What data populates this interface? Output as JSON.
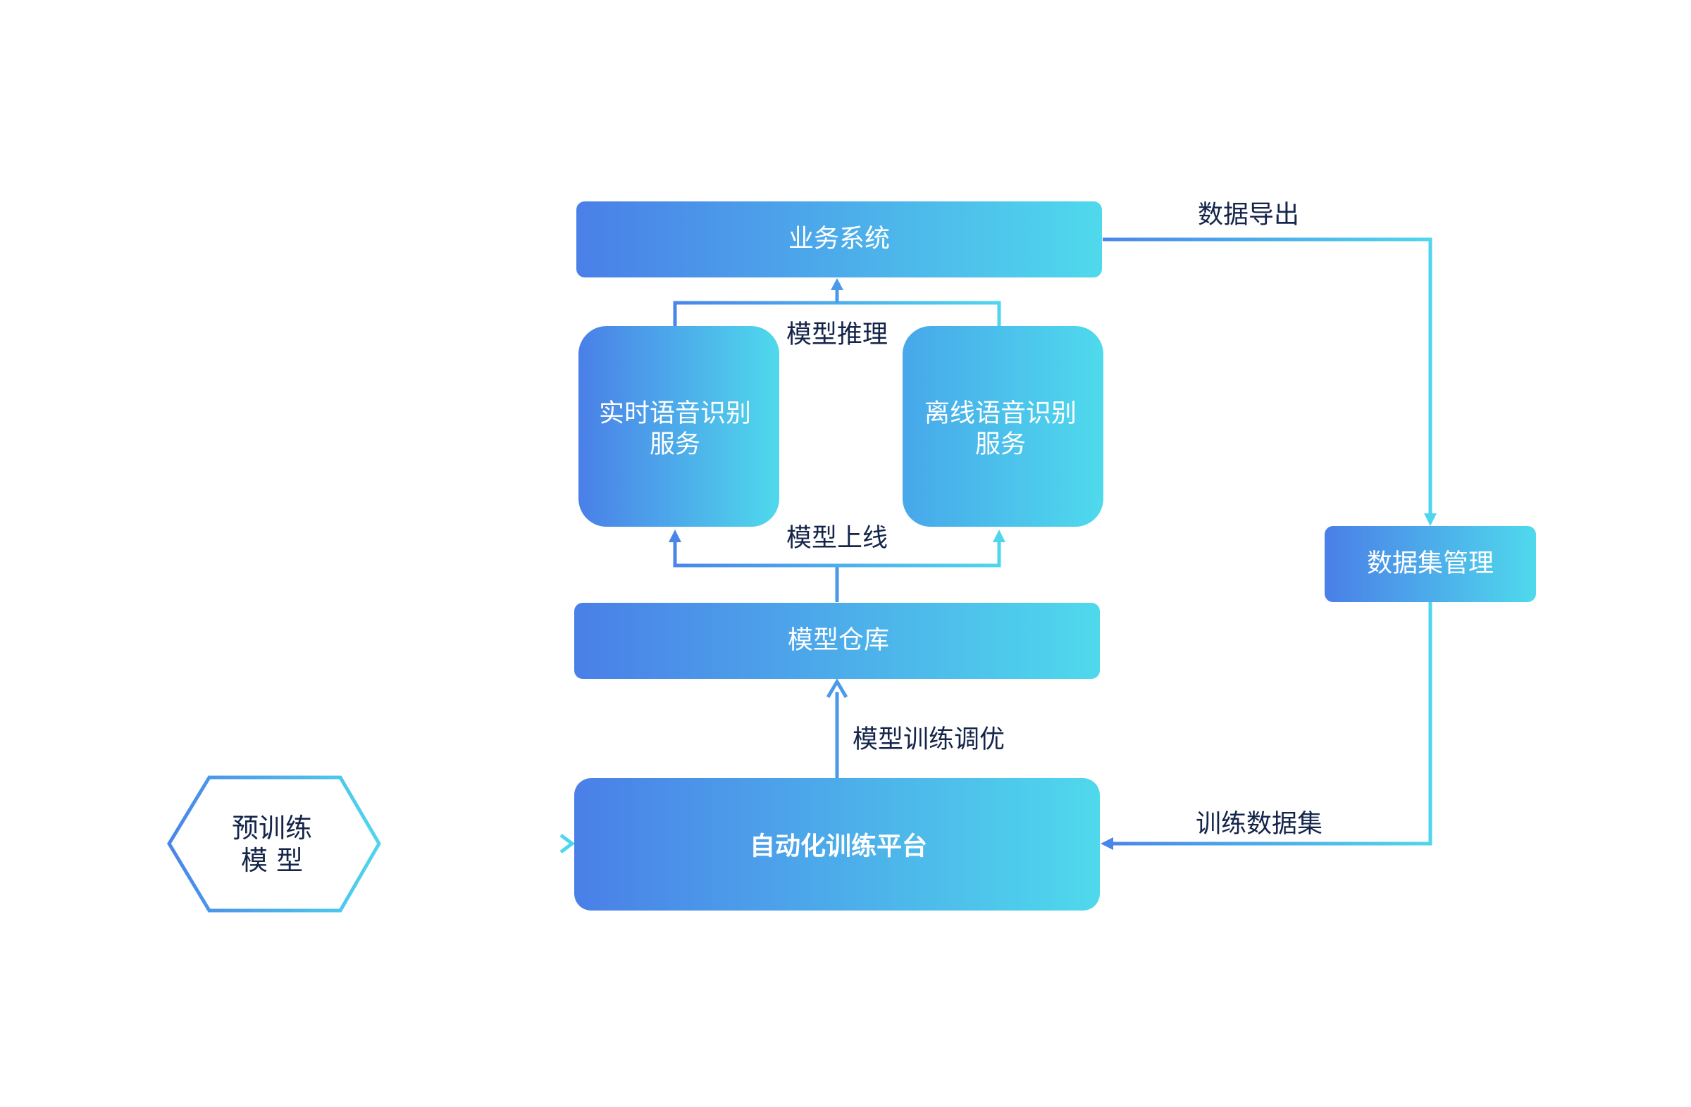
{
  "nodes": {
    "business_system": "业务系统",
    "realtime_asr": {
      "line1": "实时语音识别",
      "line2": "服务"
    },
    "offline_asr": {
      "line1": "离线语音识别",
      "line2": "服务"
    },
    "model_repo": "模型仓库",
    "auto_training_platform": "自动化训练平台",
    "pretrained_model": {
      "line1": "预训练",
      "line2": "模 型"
    },
    "dataset_management": "数据集管理"
  },
  "edges": {
    "model_inference": "模型推理",
    "model_deploy": "模型上线",
    "model_training_tuning": "模型训练调优",
    "data_export": "数据导出",
    "training_dataset": "训练数据集"
  },
  "colors": {
    "gradient_start": "#4a7fe8",
    "gradient_end": "#4fd9ec",
    "label_text": "#15254a"
  }
}
